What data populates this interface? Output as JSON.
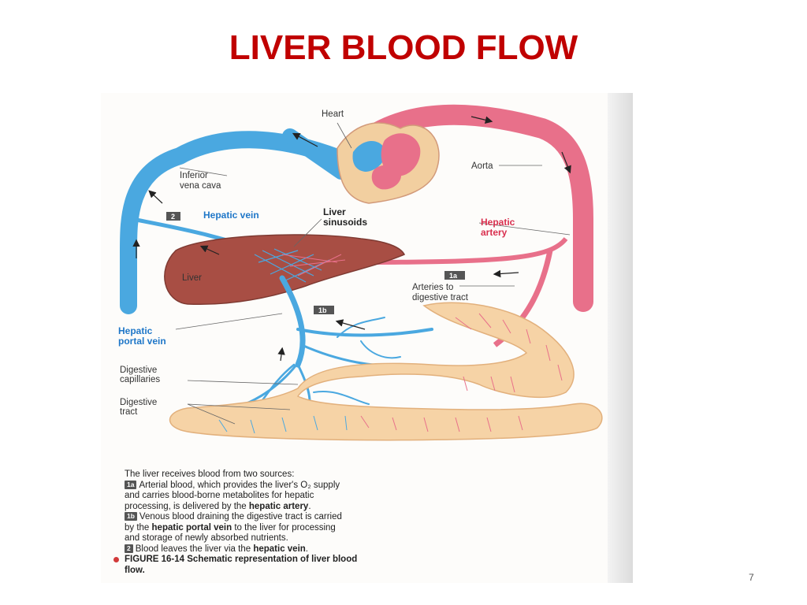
{
  "slide": {
    "title": "LIVER BLOOD FLOW",
    "page_number": "7"
  },
  "figure": {
    "labels": {
      "heart": "Heart",
      "aorta": "Aorta",
      "inferior_vena_cava_1": "Inferior",
      "inferior_vena_cava_2": "vena cava",
      "hepatic_vein": "Hepatic vein",
      "liver_sinusoids_1": "Liver",
      "liver_sinusoids_2": "sinusoids",
      "hepatic_artery_1": "Hepatic",
      "hepatic_artery_2": "artery",
      "liver": "Liver",
      "arteries_digestive_1": "Arteries to",
      "arteries_digestive_2": "digestive tract",
      "hepatic_portal_vein_1": "Hepatic",
      "hepatic_portal_vein_2": "portal vein",
      "digestive_capillaries_1": "Digestive",
      "digestive_capillaries_2": "capillaries",
      "digestive_tract_1": "Digestive",
      "digestive_tract_2": "tract"
    },
    "badges": {
      "b2": "2",
      "b1a": "1a",
      "b1b": "1b"
    },
    "colors": {
      "vein_blue": "#4aa8e0",
      "artery_pink": "#e8708a",
      "liver_brown": "#a84e44",
      "intestine": "#f6d3a6",
      "title_red": "#c00000"
    }
  },
  "caption": {
    "intro": "The liver receives blood from two sources:",
    "item1a_badge": "1a",
    "item1a_text_1": "Arterial blood, which provides the liver's O₂ supply",
    "item1a_text_2": "and carries blood-borne metabolites for hepatic",
    "item1a_text_3a": "processing, is delivered by the ",
    "item1a_text_3b": "hepatic artery",
    "item1a_text_3c": ".",
    "item1b_badge": "1b",
    "item1b_text_1": "Venous blood draining the digestive tract is carried",
    "item1b_text_2a": "by the ",
    "item1b_text_2b": "hepatic portal vein",
    "item1b_text_2c": " to the liver for processing",
    "item1b_text_3": "and storage of newly absorbed nutrients.",
    "item2_badge": "2",
    "item2_text_a": "Blood leaves the liver via the ",
    "item2_text_b": "hepatic vein",
    "item2_text_c": ".",
    "figure_line_1": "FIGURE 16-14  Schematic representation of liver blood",
    "figure_line_2": "flow."
  }
}
